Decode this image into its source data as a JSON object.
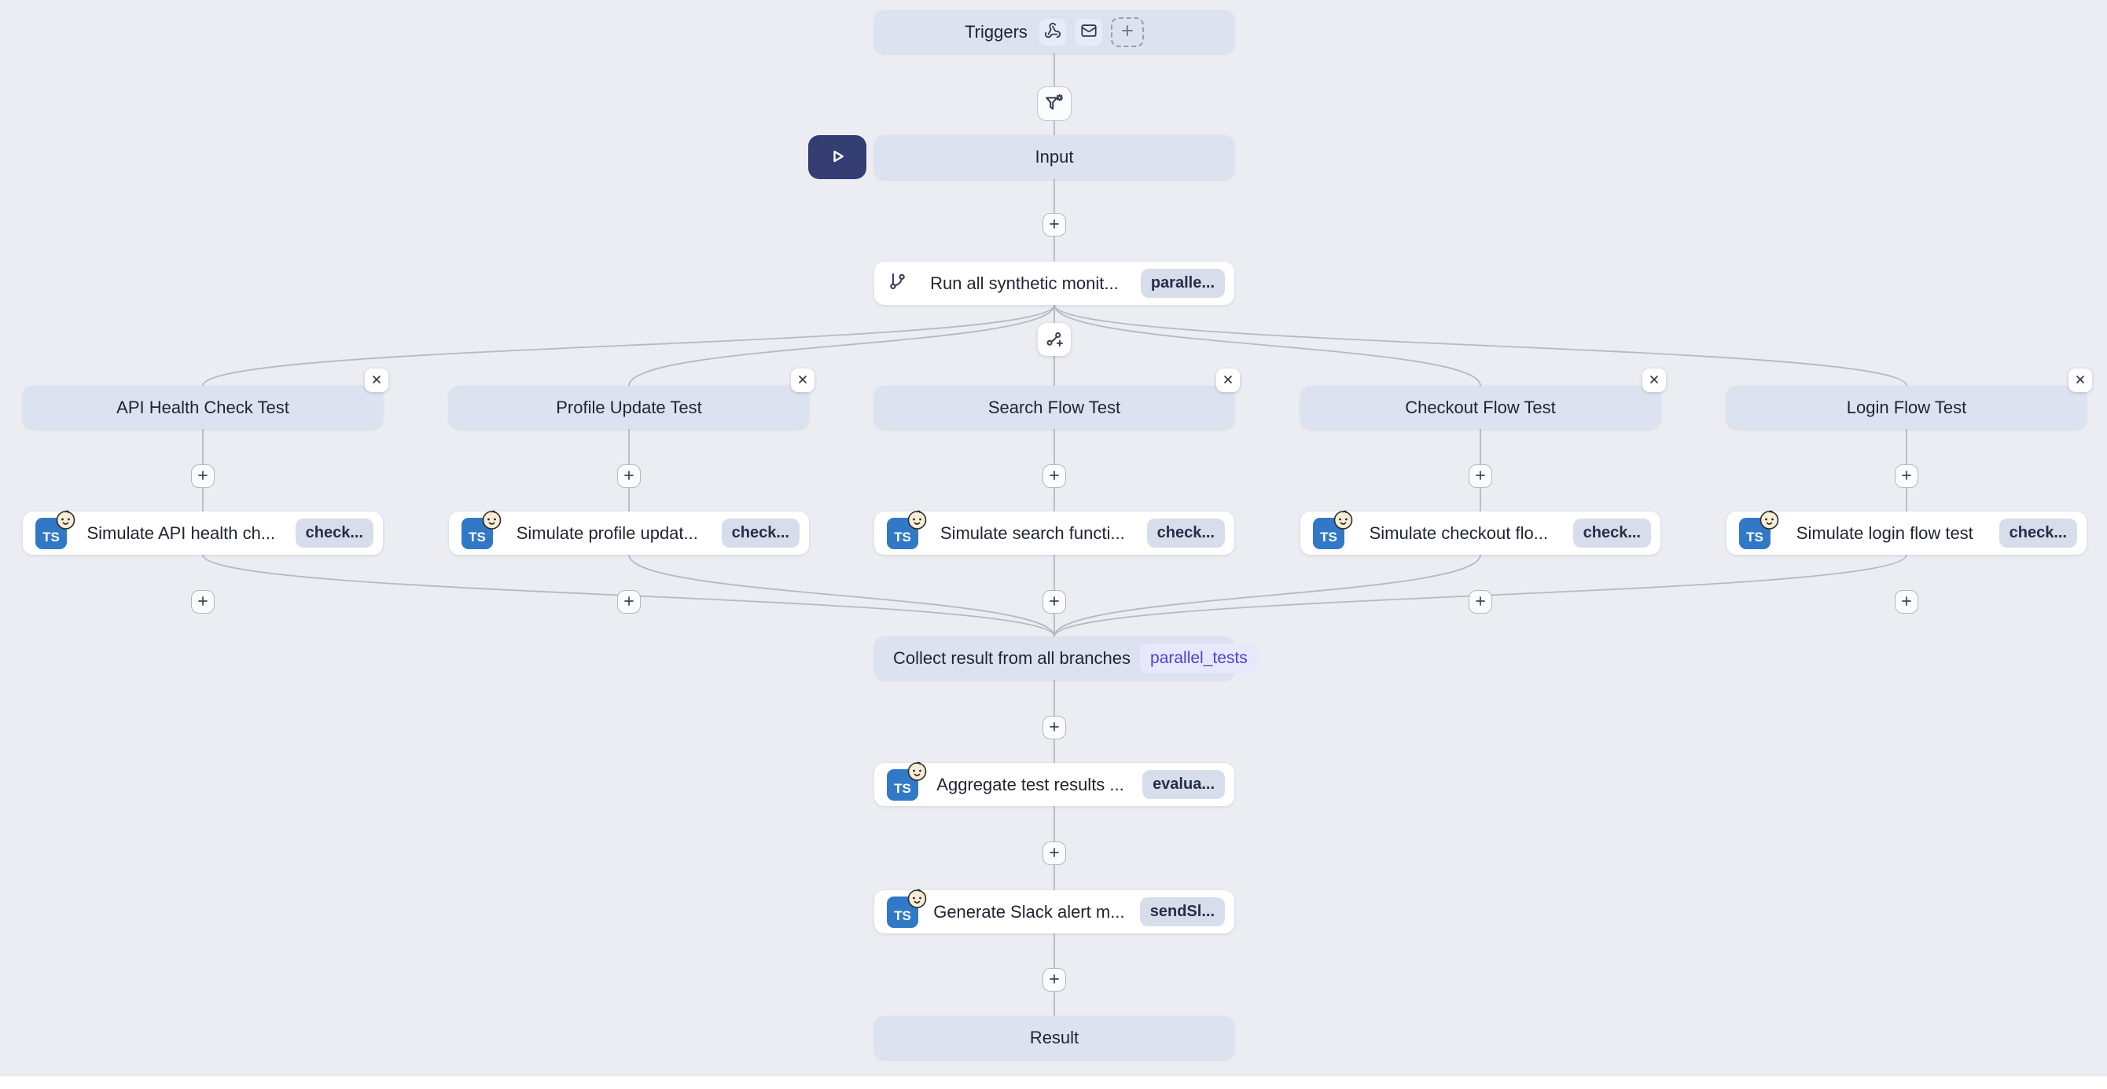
{
  "colors": {
    "background": "#ecedf2",
    "node_lavender": "#dce2ef",
    "node_white": "#ffffff",
    "node_text": "#1f2433",
    "badge_bg": "#d7ddeb",
    "badge_text": "#272e45",
    "ref_badge_bg": "#e8e8fd",
    "ref_badge_text": "#4b43cb",
    "play_button_bg": "#343e73",
    "edge_line": "#b6b9c3",
    "ts_icon_bg": "#3178c6"
  },
  "icons": {
    "triggers": [
      "webhook-icon",
      "mail-icon",
      "add-trigger-icon"
    ],
    "filter_node": "filter-settings-icon",
    "split_node": "split-add-icon",
    "run_step": "branch-icon",
    "code_step": "typescript-icon with baby-face-icon",
    "play": "play-icon",
    "plus": "plus-icon",
    "close": "close-icon"
  },
  "triggers": {
    "label": "Triggers"
  },
  "input": {
    "label": "Input"
  },
  "run_step": {
    "label": "Run all synthetic monit...",
    "badge": "paralle..."
  },
  "branches": [
    {
      "title": "API Health Check Test",
      "step_label": "Simulate API health ch...",
      "step_badge": "check..."
    },
    {
      "title": "Profile Update Test",
      "step_label": "Simulate profile updat...",
      "step_badge": "check..."
    },
    {
      "title": "Search Flow Test",
      "step_label": "Simulate search functi...",
      "step_badge": "check..."
    },
    {
      "title": "Checkout Flow Test",
      "step_label": "Simulate checkout flo...",
      "step_badge": "check..."
    },
    {
      "title": "Login Flow Test",
      "step_label": "Simulate login flow test",
      "step_badge": "check..."
    }
  ],
  "collect": {
    "label": "Collect result from all branches",
    "badge": "parallel_tests"
  },
  "aggregate": {
    "label": "Aggregate test results ...",
    "badge": "evalua..."
  },
  "slack_step": {
    "label": "Generate Slack alert m...",
    "badge": "sendSl..."
  },
  "result": {
    "label": "Result"
  }
}
